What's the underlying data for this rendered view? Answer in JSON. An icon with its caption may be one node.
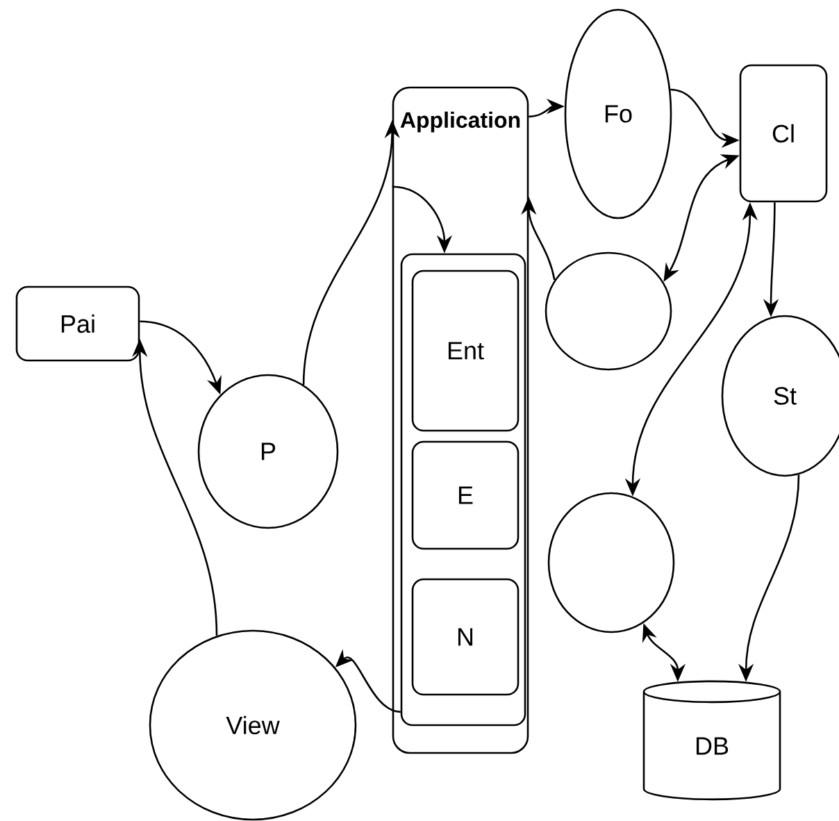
{
  "diagram": {
    "nodes": [
      {
        "text": [
          "Pai"
        ]
      },
      {
        "text": [
          "P"
        ]
      },
      {
        "text": [
          "Application"
        ]
      },
      {
        "text": [],
        "shape": "box",
        "in": 2
      },
      {
        "text": [
          "Ent"
        ],
        "in": 3
      },
      {
        "text": [
          "E"
        ],
        "in": 3
      },
      {
        "text": [
          "N"
        ],
        "in": 3
      },
      {
        "text": [
          "Fo"
        ]
      },
      {
        "text": [
          "Cl"
        ]
      },
      {
        "text": [],
        "shape": "circle"
      },
      {
        "text": [
          "St"
        ]
      },
      {
        "text": [],
        "shape": "circle"
      },
      {
        "text": [
          "DB"
        ]
      },
      {
        "text": [
          "View"
        ]
      }
    ],
    "edges": [
      {
        "from": 0,
        "to": 1,
        "arrow": "to"
      },
      {
        "from": 13,
        "to": 0,
        "arrow": "to"
      },
      {
        "from": 1,
        "to": 2,
        "arrow": "to"
      },
      {
        "from": 2,
        "to": 3,
        "arrow": "to"
      },
      {
        "from": 2,
        "to": 7,
        "arrow": "to"
      },
      {
        "from": 7,
        "to": 8,
        "arrow": "to"
      },
      {
        "from": 8,
        "to": 9,
        "arrow": "both"
      },
      {
        "from": 9,
        "to": 2,
        "arrow": "to"
      },
      {
        "from": 8,
        "to": 11,
        "arrow": "both"
      },
      {
        "from": 8,
        "to": 10,
        "arrow": "to"
      },
      {
        "from": 11,
        "to": 12,
        "arrow": "both"
      },
      {
        "from": 10,
        "to": 12,
        "arrow": "to"
      },
      {
        "from": 3,
        "to": 13,
        "arrow": "to"
      }
    ]
  }
}
